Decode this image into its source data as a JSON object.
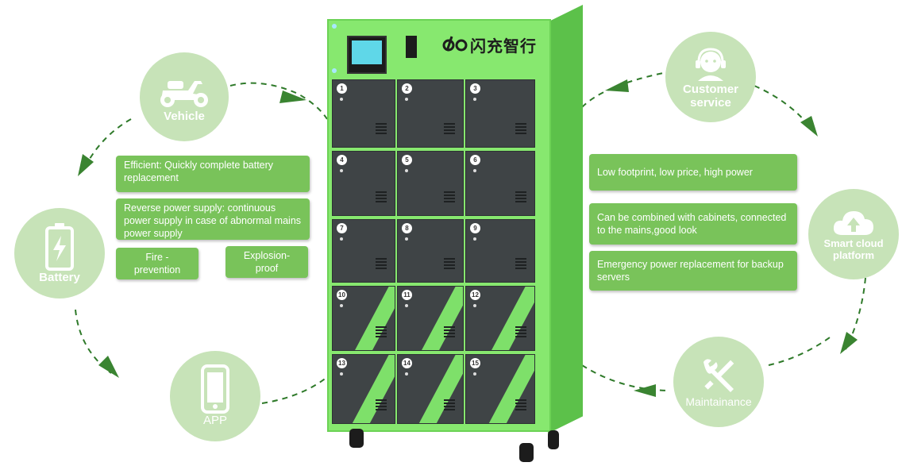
{
  "brand": {
    "logo_text": "闪充智行",
    "accent": "#79c35a",
    "circle_color": "#c7e3b8",
    "cabinet_green": "#87e86f"
  },
  "left_cycle": {
    "vehicle": {
      "label": "Vehicle",
      "icon": "scooter-icon"
    },
    "battery": {
      "label": "Battery",
      "icon": "battery-icon"
    },
    "app": {
      "label": "APP",
      "icon": "phone-icon"
    }
  },
  "right_cycle": {
    "customer_service": {
      "label_line1": "Customer",
      "label_line2": "service",
      "icon": "headset-agent-icon"
    },
    "cloud": {
      "label_line1": "Smart cloud",
      "label_line2": "platform",
      "icon": "cloud-upload-icon"
    },
    "maintenance": {
      "label": "Maintainance",
      "icon": "wrench-screwdriver-icon"
    }
  },
  "left_features": {
    "efficient": "Efficient: Quickly complete battery replacement",
    "reverse_power": "Reverse power supply: continuous power supply in case of abnormal mains power supply",
    "fire": "Fire - prevention",
    "explosion": "Explosion- proof"
  },
  "right_features": {
    "footprint": "Low footprint, low price, high power",
    "combined": "Can be combined with cabinets, connected to the mains,good look",
    "emergency": "Emergency power replacement for backup servers"
  },
  "cabinet": {
    "doors": [
      "1",
      "2",
      "3",
      "4",
      "5",
      "6",
      "7",
      "8",
      "9",
      "10",
      "11",
      "12",
      "13",
      "14",
      "15"
    ]
  }
}
